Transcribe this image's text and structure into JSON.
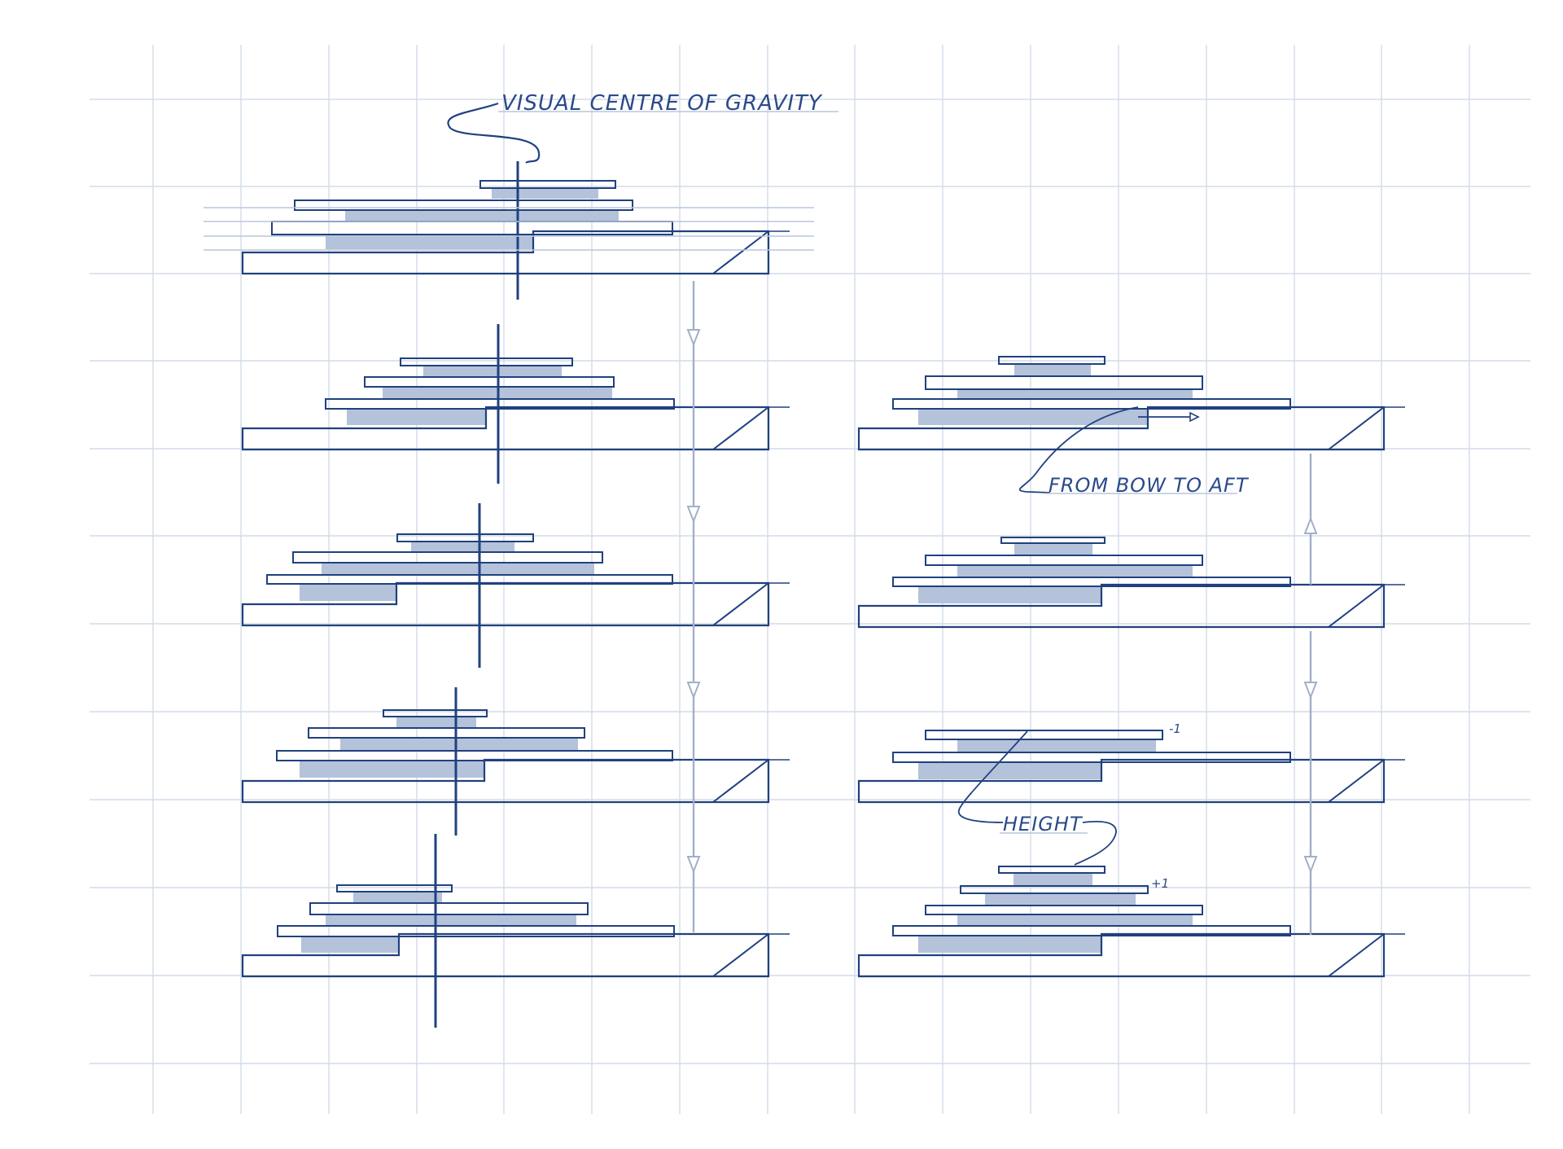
{
  "annotations": {
    "title": "VISUAL CENTRE OF GRAVITY",
    "bow_to_aft": "FROM BOW TO AFT",
    "height": "HEIGHT",
    "minus_one": "-1",
    "plus_one": "+1"
  },
  "colors": {
    "ink": "#20417f",
    "fill": "#b4c2da",
    "grid": "#d3dbe8",
    "arrow": "#a2b0c8"
  }
}
